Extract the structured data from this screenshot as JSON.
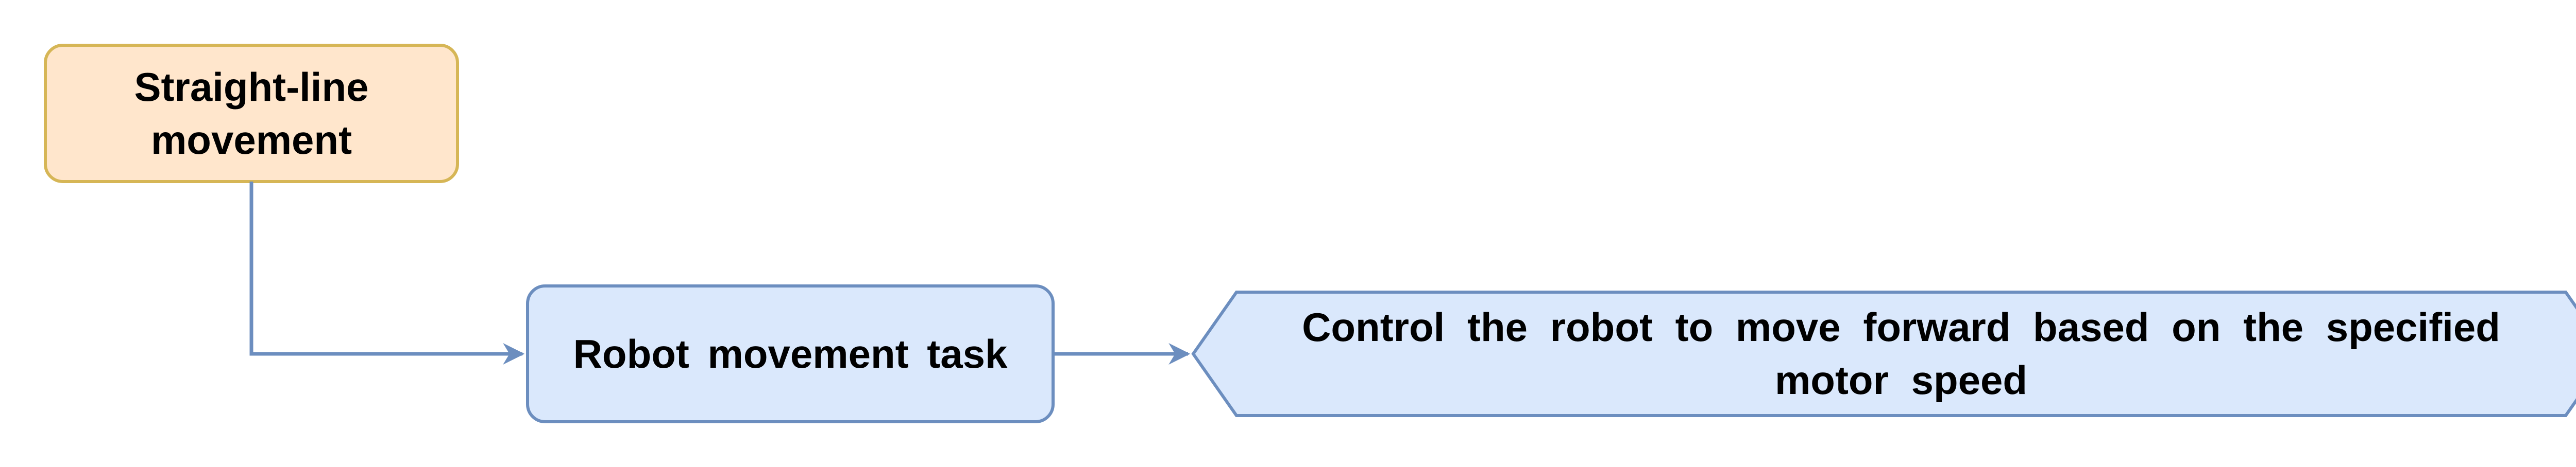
{
  "diagram": {
    "start_node": {
      "label": "Straight-line movement",
      "fill": "#ffe6cc",
      "stroke": "#d6b656"
    },
    "task_node": {
      "label": "Robot movement task",
      "fill": "#dae8fc",
      "stroke": "#6c8ebf"
    },
    "description_node": {
      "label": "Control the robot to move forward based on the specified motor speed",
      "fill": "#dae8fc",
      "stroke": "#6c8ebf"
    },
    "connector_color": "#6c8ebf"
  }
}
